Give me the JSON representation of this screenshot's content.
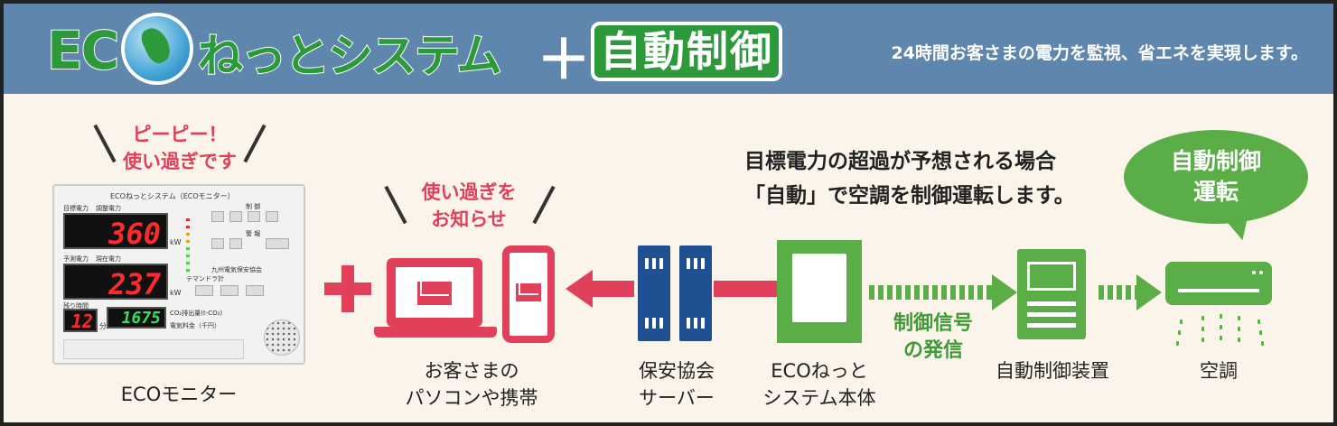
{
  "header": {
    "logo_eco": "EC",
    "logo_system": "ねっとシステム",
    "plus": "＋",
    "auto_control": "自動制御",
    "tagline": "24時間お客さまの電力を監視、省エネを実現します。"
  },
  "monitor": {
    "alert_line1": "ピーピー！",
    "alert_line2": "使い過ぎです",
    "device_title": "ECOねっとシステム（ECOモニター）",
    "label_target": "目標電力",
    "label_adjust": "調整電力",
    "value_target": "360",
    "unit_kw": "kW",
    "label_forecast": "予測電力",
    "label_current": "現在電力",
    "value_current": "237",
    "label_remaining": "残り時間",
    "value_remaining": "12",
    "unit_min": "分",
    "value_co2": "1675",
    "label_co2": "CO₂排出量(t-CO₂)",
    "label_charge": "電気料金（千円）",
    "label_control": "制 御",
    "label_alarm": "警 報",
    "label_company": "九州電気保安協会",
    "label_tamanon": "テマンドラ計",
    "caption": "ECOモニター"
  },
  "customer": {
    "notice_line1": "使い過ぎを",
    "notice_line2": "お知らせ",
    "caption_line1": "お客さまの",
    "caption_line2": "パソコンや携帯"
  },
  "server": {
    "caption_line1": "保安協会",
    "caption_line2": "サーバー"
  },
  "eco_system": {
    "caption_line1": "ECOねっと",
    "caption_line2": "システム本体"
  },
  "signal": {
    "line1": "制御信号",
    "line2": "の発信"
  },
  "controller": {
    "caption": "自動制御装置"
  },
  "aircon": {
    "caption": "空調"
  },
  "explain": {
    "line1": "目標電力の超過が予想される場合",
    "line2": "「自動」で空調を制御運転します。"
  },
  "bubble": {
    "line1": "自動制御",
    "line2": "運転"
  },
  "colors": {
    "header_blue": "#5f87ad",
    "brand_green": "#2c9a3b",
    "device_green": "#5aad47",
    "alert_pink": "#e0405a",
    "server_blue": "#204f92"
  }
}
